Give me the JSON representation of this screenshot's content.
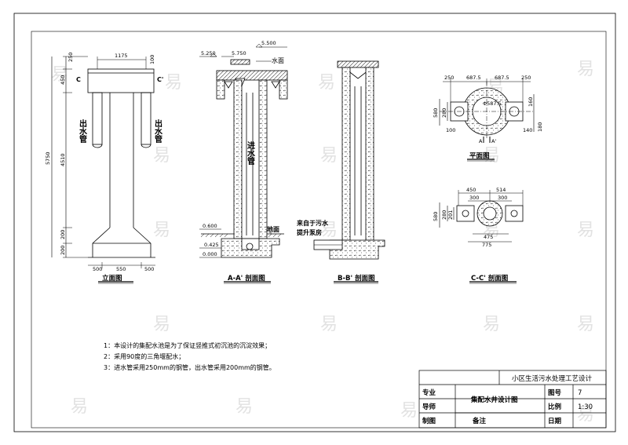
{
  "views": {
    "elevation": {
      "caption": "立面图",
      "section_mark_left": "C",
      "section_mark_right": "C'",
      "outlet_label_left": "出水管",
      "outlet_label_right": "出水管",
      "dims": {
        "top_width": "1175",
        "left_top": "250",
        "right_top": "100",
        "total_height": "5750",
        "seg1": "450",
        "seg2": "4510",
        "seg3": "200",
        "seg4": "200",
        "base_left": "500",
        "base_mid": "550",
        "base_right": "500"
      }
    },
    "section_aa": {
      "caption": "A-A' 剖面图",
      "elev_top": "5.500",
      "elev_left": "5.250",
      "elev_mid": "5.750",
      "water_surface": "水面",
      "inlet_label": "进水管",
      "ground_label": "地面",
      "elev_ground": "0.600",
      "elev_bottom": "0.425",
      "elev_base": "0.000"
    },
    "section_bb": {
      "caption": "B-B' 剖面图",
      "source_label_1": "来自于污水",
      "source_label_2": "提升泵房"
    },
    "plan": {
      "caption": "平面图",
      "dims_top": [
        "250",
        "687.5",
        "687.5",
        "250"
      ],
      "diameter": "Φ587.5",
      "left_dims": [
        "580",
        "280"
      ],
      "right_dims": [
        "160",
        "180"
      ],
      "bottom_dims": [
        "100",
        "140"
      ],
      "mark_a": "A",
      "mark_a2": "A'"
    },
    "section_cc": {
      "caption": "C-C' 剖面图",
      "dims_top": [
        "450",
        "514"
      ],
      "dims_mid": [
        "300",
        "300"
      ],
      "left_dims": [
        "580",
        "280",
        "201"
      ],
      "bottom_dims": [
        "475",
        "775"
      ]
    }
  },
  "notes": [
    "1：本设计的集配水池是为了保证竖推式初沉池的沉淀效果；",
    "2：采用90度的三角堰配水；",
    "3：进水管采用250mm的钢管，出水管采用200mm的钢管。"
  ],
  "title_block": {
    "project": "小区生活污水处理工艺设计",
    "row_labels": [
      "专业",
      "导师",
      "制图"
    ],
    "drawing_name": "集配水井设计图",
    "remark_label": "备注",
    "fields": [
      {
        "label": "图号",
        "value": "7"
      },
      {
        "label": "比例",
        "value": "1:30"
      },
      {
        "label": "日期",
        "value": ""
      }
    ]
  },
  "watermark": "易",
  "colors": {
    "line": "#000000",
    "hatch": "#555555",
    "watermark": "#d9d9d9"
  }
}
